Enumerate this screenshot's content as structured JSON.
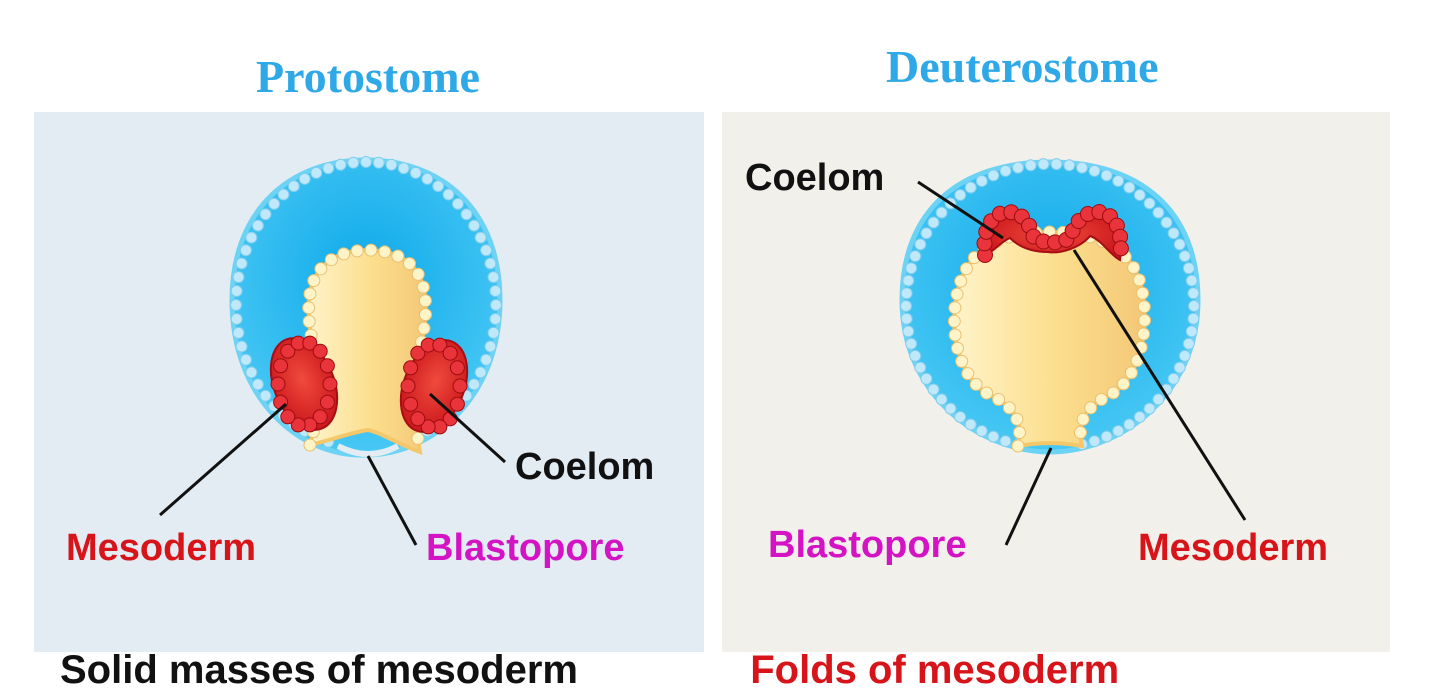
{
  "titles": {
    "protostome": "Protostome",
    "deuterostome": "Deuterostome"
  },
  "protostome": {
    "mesoderm": "Mesoderm",
    "blastopore": "Blastopore",
    "coelom": "Coelom"
  },
  "deuterostome": {
    "coelom": "Coelom",
    "blastopore": "Blastopore",
    "mesoderm": "Mesoderm"
  },
  "bottom": {
    "left": "Solid masses of mesoderm",
    "right": "Folds of mesoderm"
  },
  "colors": {
    "title": "#2ea8e6",
    "ectoderm": "#1fb3ec",
    "endoderm": "#f8d878",
    "mesoderm": "#d8141b",
    "blastopore_label": "#d414c4",
    "panel_protostome": "#e2ecf2",
    "panel_deuterostome": "#f2f0ea"
  }
}
